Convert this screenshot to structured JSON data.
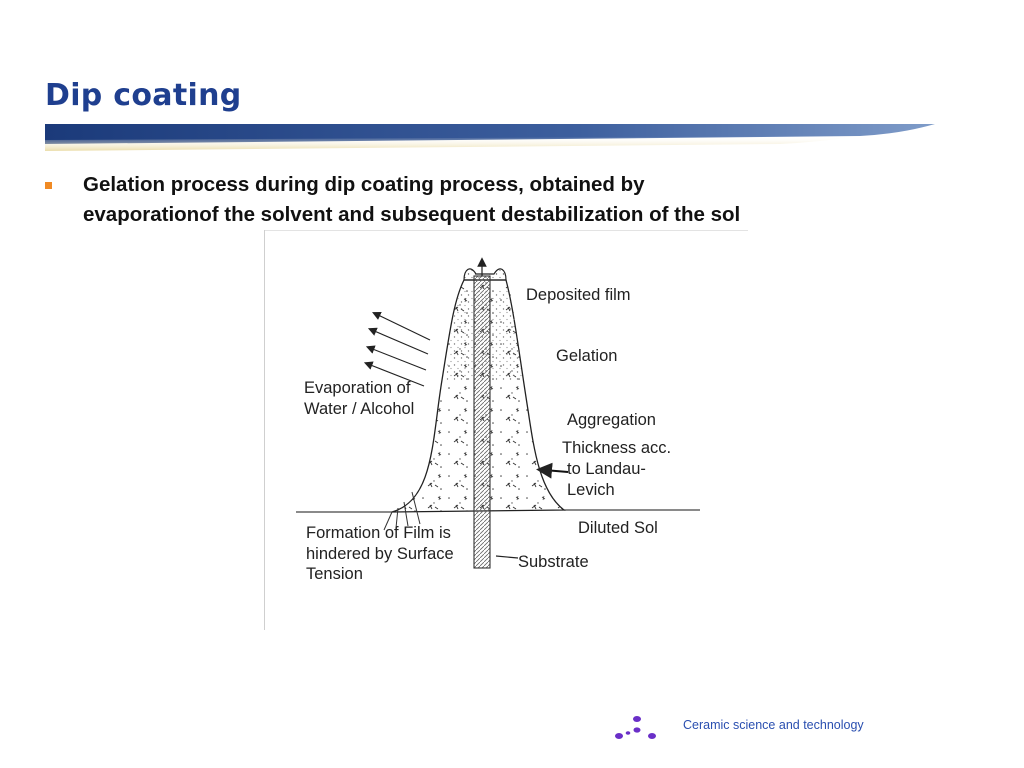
{
  "slide": {
    "title": "Dip coating"
  },
  "bullets": [
    {
      "line1": "Gelation process during dip coating process, obtained by",
      "line2": "evaporationof the solvent and subsequent destabilization of the sol"
    }
  ],
  "diagram": {
    "labels": {
      "deposited_film": "Deposited film",
      "gelation": "Gelation",
      "evaporation_1": "Evaporation of",
      "evaporation_2": "Water / Alcohol",
      "aggregation": "Aggregation",
      "thickness_1": "Thickness acc.",
      "thickness_2": "to Landau-",
      "thickness_3": "Levich",
      "diluted_sol": "Diluted Sol",
      "formation_1": "Formation of Film is",
      "formation_2": "hindered by Surface",
      "formation_3": "Tension",
      "substrate": "Substrate"
    }
  },
  "footer": {
    "text": "Ceramic science and technology"
  },
  "colors": {
    "title": "#1f3f8f",
    "bullet_marker": "#f08a24",
    "footer_text": "#2a4fb0",
    "logo": "#6a2fc8"
  }
}
